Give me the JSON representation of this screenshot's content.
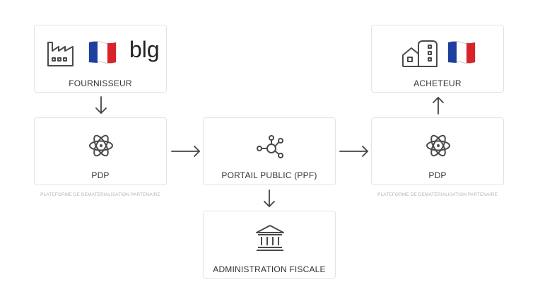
{
  "nodes": {
    "fournisseur": {
      "label": "FOURNISSEUR",
      "brand_text": "blg",
      "icons": [
        "factory-icon",
        "france-flag-icon"
      ]
    },
    "pdp_left": {
      "label": "PDP",
      "caption": "PLATEFORME DE DEMATÉRIALISATION PARTENAIRE",
      "icon": "atom-icon"
    },
    "ppf": {
      "label": "PORTAIL PUBLIC (PPF)",
      "icon": "network-hub-icon"
    },
    "administration": {
      "label": "ADMINISTRATION FISCALE",
      "icon": "government-building-icon"
    },
    "pdp_right": {
      "label": "PDP",
      "caption": "PLATEFORME DE DEMATÉRIALISATION PARTENAIRE",
      "icon": "atom-icon"
    },
    "acheteur": {
      "label": "ACHETEUR",
      "icons": [
        "buildings-icon",
        "france-flag-icon"
      ]
    }
  },
  "colors": {
    "icon": "#4a4a4a",
    "border": "#e3e3e3",
    "caption": "#b5b5b5",
    "flag_blue": "#1f3fa0",
    "flag_red": "#d9232b"
  }
}
